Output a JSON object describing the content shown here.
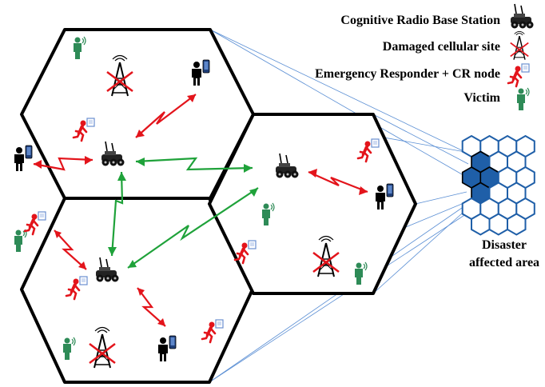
{
  "legend": {
    "base_station": "Cognitive Radio Base Station",
    "damaged_site": "Damaged cellular site",
    "responder": "Emergency Responder + CR node",
    "victim": "Victim"
  },
  "area_label": {
    "line1": "Disaster",
    "line2": "affected area"
  },
  "colors": {
    "hex_border": "#000000",
    "link_red": "#e3141b",
    "link_green": "#1fa23a",
    "victim_green": "#2e8b57",
    "responder_red": "#e3141b",
    "grid_blue": "#1f5fa8",
    "grid_fill_dark": "#1f5fa8",
    "projection_line": "#5b8fd4"
  },
  "icons": [
    "robot-base-station-icon",
    "damaged-tower-icon",
    "responder-icon",
    "victim-icon",
    "person-phone-icon"
  ]
}
